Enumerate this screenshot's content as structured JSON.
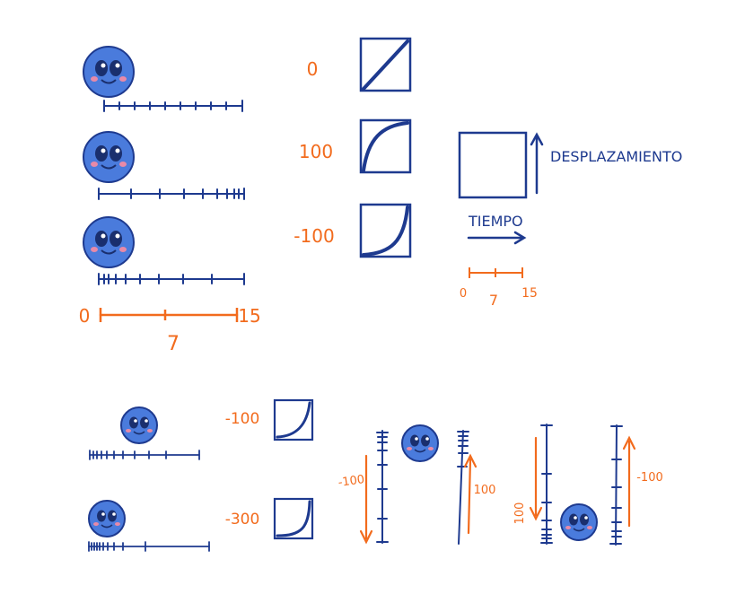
{
  "colors": {
    "ink": "#1e3a8f",
    "accent": "#f26b1d",
    "face": "#4a7bdc",
    "face_dark": "#1a2f6e",
    "cheek": "#e88aa8"
  },
  "top": {
    "curve_values": [
      "0",
      "100",
      "-100"
    ],
    "scale": {
      "start": "0",
      "mid": "7",
      "end": "15"
    }
  },
  "graph_legend": {
    "y_label": "DESPLAZAMIENTO",
    "x_label": "TIEMPO",
    "scale": {
      "start": "0",
      "mid": "7",
      "end": "15"
    }
  },
  "bottom": {
    "curve_values": [
      "-100",
      "-300"
    ],
    "vertical_labels": [
      "-100",
      "100",
      "100",
      "-100"
    ]
  }
}
